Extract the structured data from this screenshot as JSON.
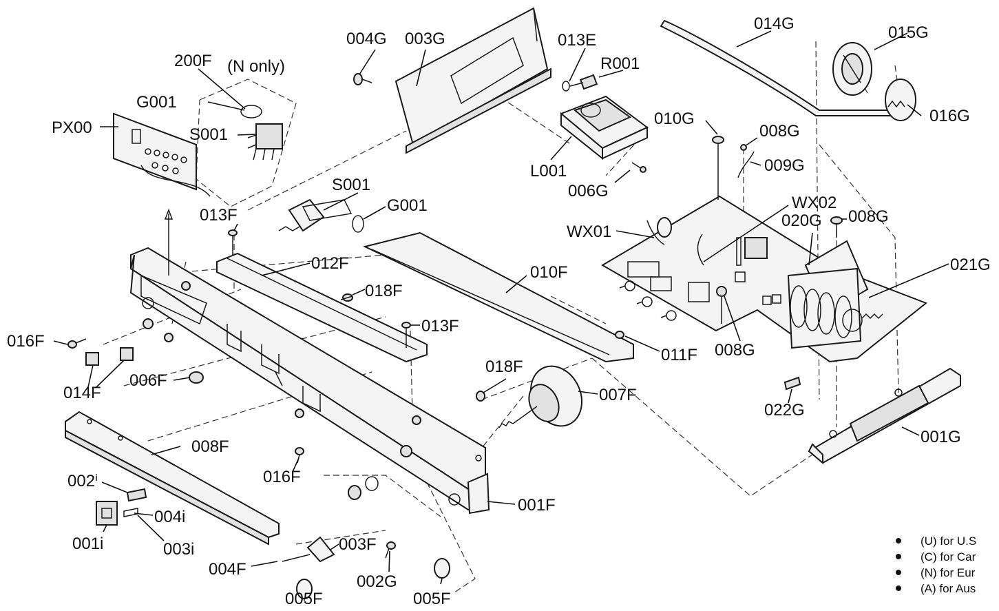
{
  "part_labels": {
    "p200F": "200F",
    "n_only": "(N only)",
    "G001a": "G001",
    "S001a": "S001",
    "PX00": "PX00",
    "p004G": "004G",
    "p003G": "003G",
    "p013E": "013E",
    "R001": "R001",
    "L001": "L001",
    "p006G": "006G",
    "p014G": "014G",
    "p015G": "015G",
    "p016G": "016G",
    "p010G": "010G",
    "p008Ga": "008G",
    "p009G": "009G",
    "WX02": "WX02",
    "p020G": "020G",
    "p008Gb": "008G",
    "WX01": "WX01",
    "p021G": "021G",
    "S001b": "S001",
    "G001b": "G001",
    "p013Fa": "013F",
    "p012F": "012F",
    "p010F": "010F",
    "p018Fa": "018F",
    "p013Fb": "013F",
    "p016Fa": "016F",
    "p011F": "011F",
    "p008Gc": "008G",
    "p014F": "014F",
    "p006F": "006F",
    "p018Fb": "018F",
    "p007F": "007F",
    "p022G": "022G",
    "p001G": "001G",
    "p008F": "008F",
    "p016Fb": "016F",
    "p002i": "002ⁱ",
    "p004i": "004i",
    "p001i": "001i",
    "p003i": "003i",
    "p001F": "001F",
    "p003F": "003F",
    "p004F": "004F",
    "p002G": "002G",
    "p005Fa": "005F",
    "p005Fb": "005F"
  },
  "region_notes": [
    "(U) for U.S",
    "(C) for Car",
    "(N) for Eur",
    "(A) for Aus"
  ]
}
